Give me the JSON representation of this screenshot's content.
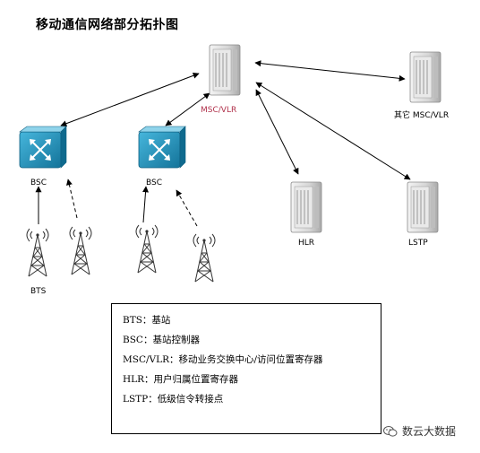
{
  "title": "移动通信网络部分拓扑图",
  "nodes": {
    "msc": {
      "label": "MSC/VLR",
      "icon": "server-tower-icon",
      "color": "#b0304a"
    },
    "other_msc": {
      "label": "其它 MSC/VLR",
      "icon": "server-tower-icon"
    },
    "hlr": {
      "label": "HLR",
      "icon": "server-tower-icon"
    },
    "lstp": {
      "label": "LSTP",
      "icon": "server-tower-icon"
    },
    "bsc1": {
      "label": "BSC",
      "icon": "router-icon"
    },
    "bsc2": {
      "label": "BSC",
      "icon": "router-icon"
    },
    "bts": {
      "label": "BTS",
      "icon": "antenna-tower-icon"
    }
  },
  "legend": [
    "BTS：基站",
    "BSC：基站控制器",
    "MSC/VLR：移动业务交换中心/访问位置寄存器",
    "HLR：用户归属位置寄存器",
    "LSTP：低级信令转接点"
  ],
  "watermark": {
    "text": "数云大数据",
    "icon": "wechat-icon"
  },
  "colors": {
    "router": "#1f8fb8",
    "server": "#d8d8d8",
    "msc_label": "#b0304a"
  }
}
